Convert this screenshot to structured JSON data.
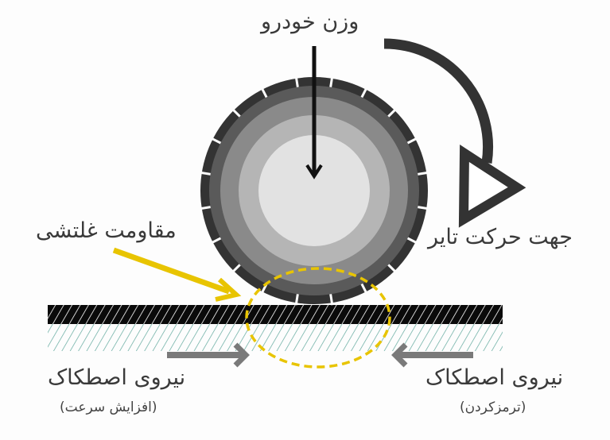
{
  "labels": {
    "vehicle_weight": "وزن خودرو",
    "tire_direction": "جهت حرکت تایر",
    "rolling_resistance": "مقاومت غلتشی",
    "friction_left": "نیروی اصطکاک",
    "friction_left_note": "(افزایش سرعت)",
    "friction_right": "نیروی اصطکاک",
    "friction_right_note": "(ترمزکردن)"
  },
  "colors": {
    "accent_yellow": "#e8c400",
    "tread": "#333333",
    "road_black": "#0a0a0a",
    "road_hatch": "#5fa89c",
    "force_arrow": "#7a7a7a"
  }
}
